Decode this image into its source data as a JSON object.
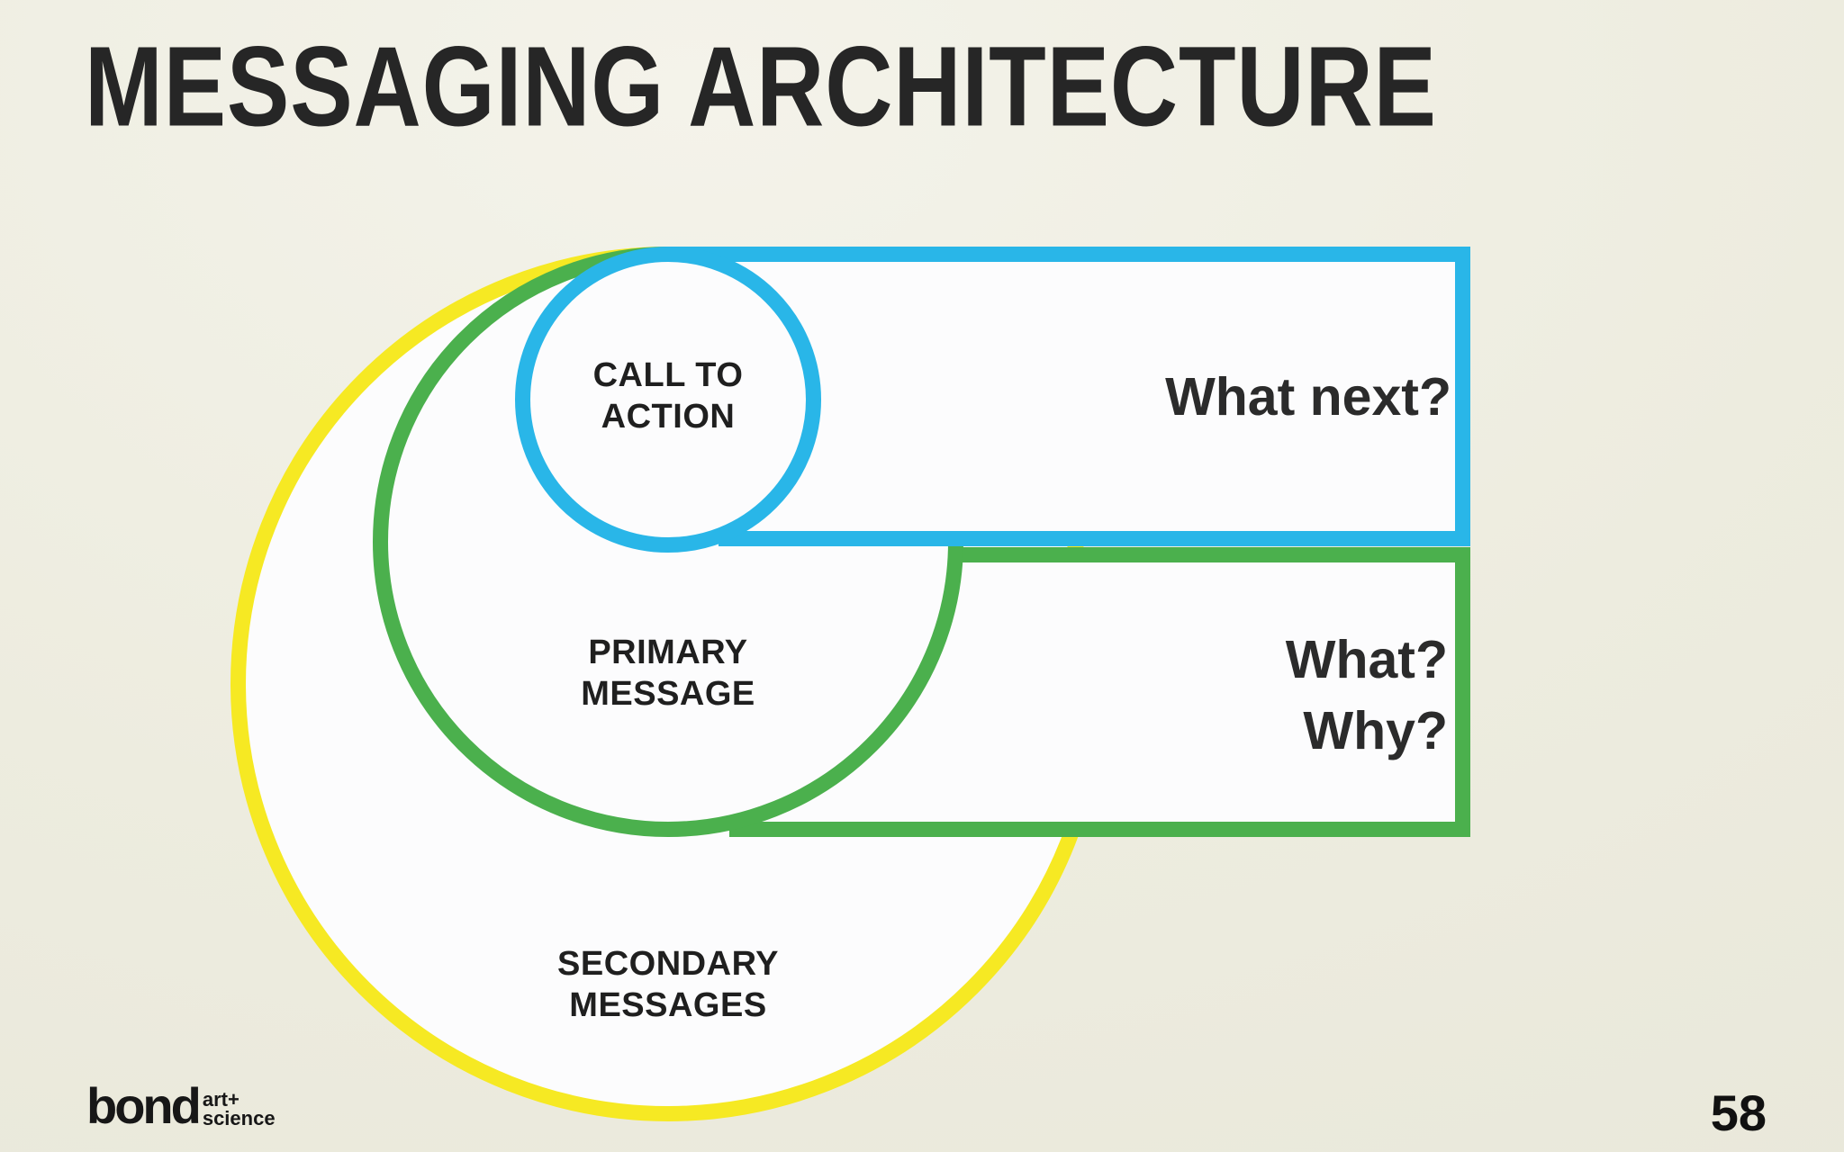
{
  "slide": {
    "title": "MESSAGING ARCHITECTURE",
    "background_hex": "#edecdf",
    "page_number": "58"
  },
  "colors": {
    "blue": "#29b6e8",
    "green": "#4bb04d",
    "yellow": "#f6e923",
    "shape_fill": "#fcfcfd",
    "title_text": "#262626",
    "label_text": "#1f1f1f",
    "question_text": "#2b2b2b"
  },
  "diagram": {
    "rings": [
      {
        "name": "call-to-action",
        "line1": "CALL TO",
        "line2": "ACTION",
        "color": "#29b6e8",
        "question_lines": [
          "What next?"
        ]
      },
      {
        "name": "primary-message",
        "line1": "PRIMARY",
        "line2": "MESSAGE",
        "color": "#4bb04d",
        "question_lines": [
          "What?",
          "Why?"
        ]
      },
      {
        "name": "secondary-messages",
        "line1": "SECONDARY",
        "line2": "MESSAGES",
        "color": "#f6e923",
        "question_lines": []
      }
    ]
  },
  "footer": {
    "logo": {
      "bond": "bond",
      "art": "art+",
      "science": "science"
    },
    "page_number": "58"
  }
}
